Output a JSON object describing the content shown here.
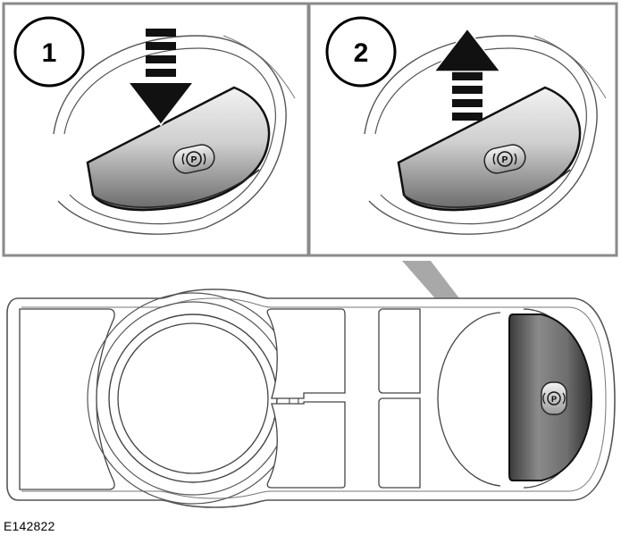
{
  "figure": {
    "id_label": "E142822",
    "panels": [
      {
        "step": "1",
        "action": "press-down"
      },
      {
        "step": "2",
        "action": "pull-up"
      }
    ],
    "switch_icon": "parking-brake-icon"
  }
}
